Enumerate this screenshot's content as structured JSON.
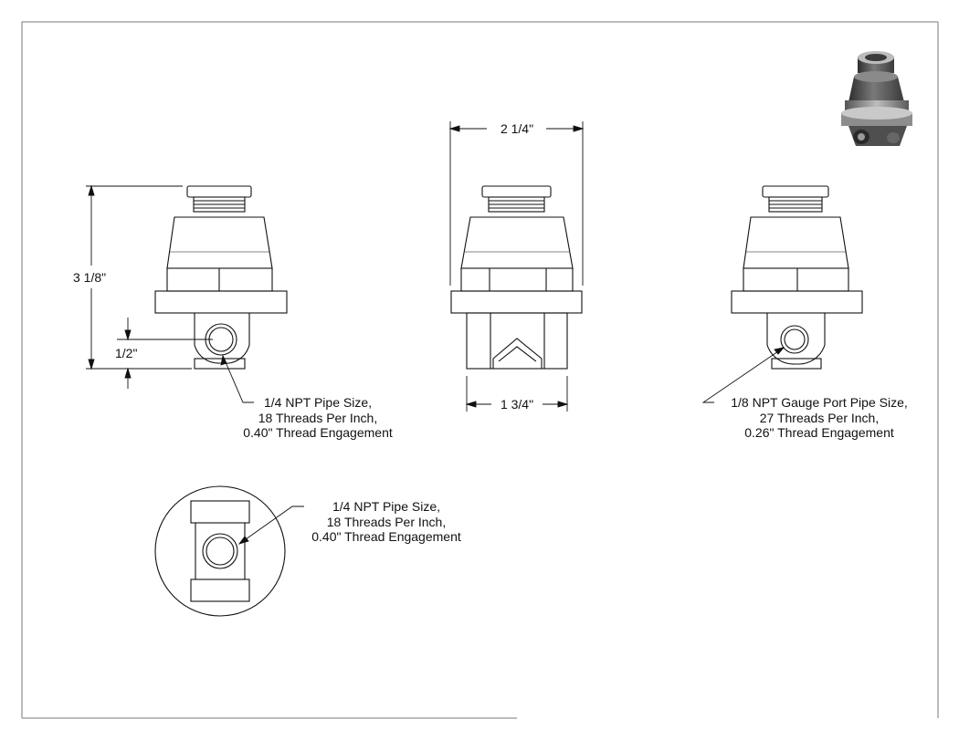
{
  "dimensions": {
    "overall_height": "3 1/8\"",
    "port_offset": "1/2\"",
    "overall_width": "2 1/4\"",
    "base_width": "1 3/4\""
  },
  "notes": {
    "inlet_port": [
      "1/4 NPT Pipe Size,",
      "18 Threads Per Inch,",
      "0.40\" Thread Engagement"
    ],
    "gauge_port": [
      "1/8 NPT Gauge Port Pipe Size,",
      "27 Threads Per Inch,",
      "0.26\" Thread Engagement"
    ],
    "bottom_port": [
      "1/4 NPT Pipe Size,",
      "18 Threads Per Inch,",
      "0.40\" Thread Engagement"
    ]
  },
  "colors": {
    "line": "#111111",
    "frame": "#555555",
    "render_dark": "#3a3a3a",
    "render_mid": "#6e6e6e",
    "render_light": "#b5b5b5"
  }
}
